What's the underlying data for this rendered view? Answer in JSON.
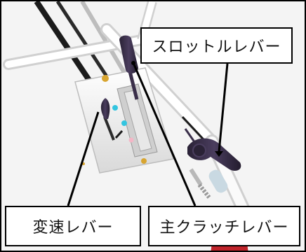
{
  "labels": {
    "throttle_lever": "スロットルレバー",
    "shift_lever": "変速レバー",
    "main_clutch_lever": "主クラッチレバー"
  },
  "colors": {
    "frame": "#000000",
    "lever_knob": "#3a2f4a",
    "handle_metal": "#f2f2f2",
    "dot_cyan": "#33c5e0",
    "dot_pink": "#f4b6c6",
    "accent_yellow": "#d8a530",
    "accent_red": "#c0242b"
  }
}
